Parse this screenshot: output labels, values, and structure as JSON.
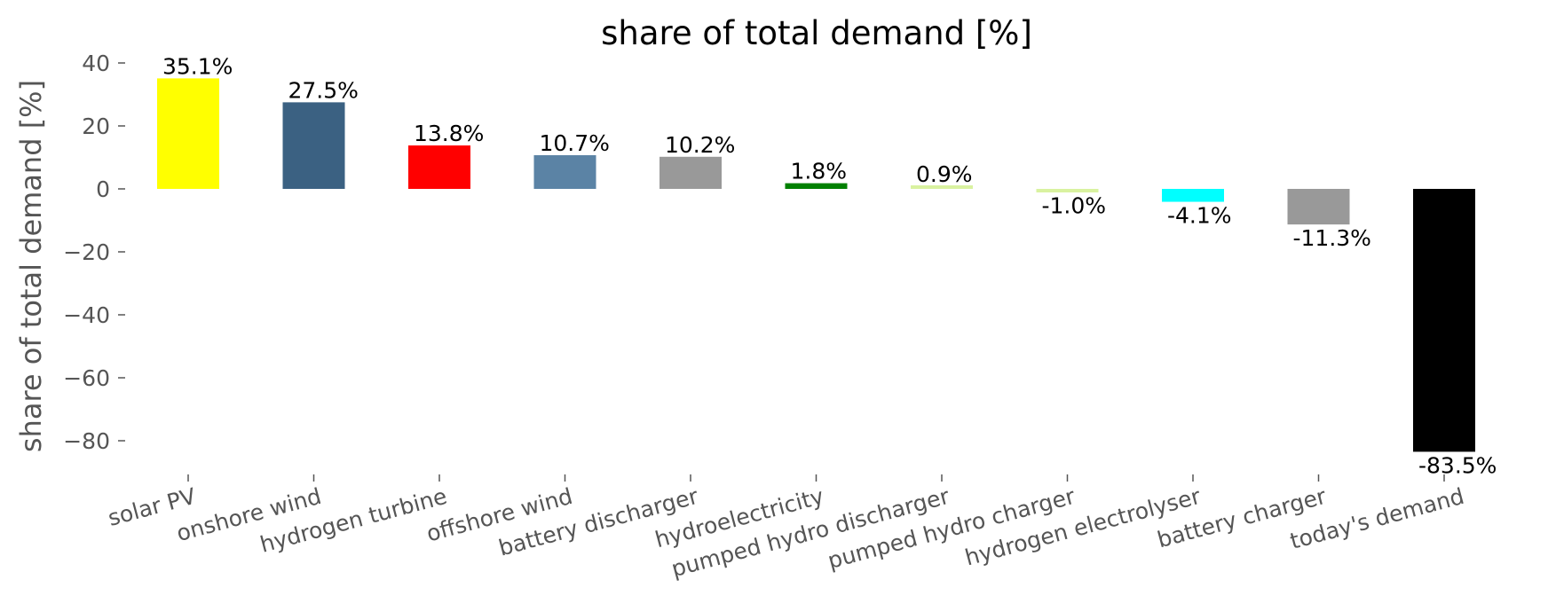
{
  "chart_data": {
    "type": "bar",
    "title": "share of total demand [%]",
    "ylabel": "share of total demand [%]",
    "xlabel": "",
    "ylim": [
      -90,
      42
    ],
    "yticks": [
      40,
      20,
      0,
      -20,
      -40,
      -60,
      -80
    ],
    "ytick_labels": [
      "40",
      "20",
      "0",
      "−20",
      "−40",
      "−60",
      "−80"
    ],
    "grid": false,
    "categories": [
      "solar PV",
      "onshore wind",
      "hydrogen turbine",
      "offshore wind",
      "battery discharger",
      "hydroelectricity",
      "pumped hydro discharger",
      "pumped hydro charger",
      "hydrogen electrolyser",
      "battery charger",
      "today's demand"
    ],
    "values": [
      35.1,
      27.5,
      13.8,
      10.7,
      10.2,
      1.8,
      0.9,
      -1.0,
      -4.1,
      -11.3,
      -83.5
    ],
    "data_labels": [
      "35.1%",
      "27.5%",
      "13.8%",
      "10.7%",
      "10.2%",
      "1.8%",
      "0.9%",
      "-1.0%",
      "-4.1%",
      "-11.3%",
      "-83.5%"
    ],
    "colors": [
      "#ffff00",
      "#3b6182",
      "#ff0000",
      "#5b83a5",
      "#999999",
      "#008000",
      "#d9f2a0",
      "#d9f2a0",
      "#00ffff",
      "#999999",
      "#000000"
    ]
  }
}
